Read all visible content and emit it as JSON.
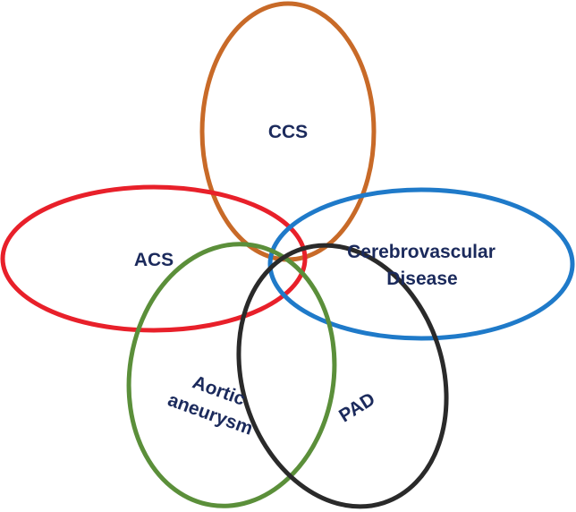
{
  "sets": {
    "ccs": {
      "label": "CCS",
      "color": "#c86a28"
    },
    "acs": {
      "label": "ACS",
      "color": "#e8202a"
    },
    "cerebro": {
      "label_line1": "Cerebrovascular",
      "label_line2": "Disease",
      "color": "#1f7ac9"
    },
    "aortic": {
      "label_line1": "Aortic",
      "label_line2": "aneurysm",
      "color": "#5b8f3a"
    },
    "pad": {
      "label": "PAD",
      "color": "#2a2a2a"
    }
  },
  "label_color": "#1b2a5c"
}
